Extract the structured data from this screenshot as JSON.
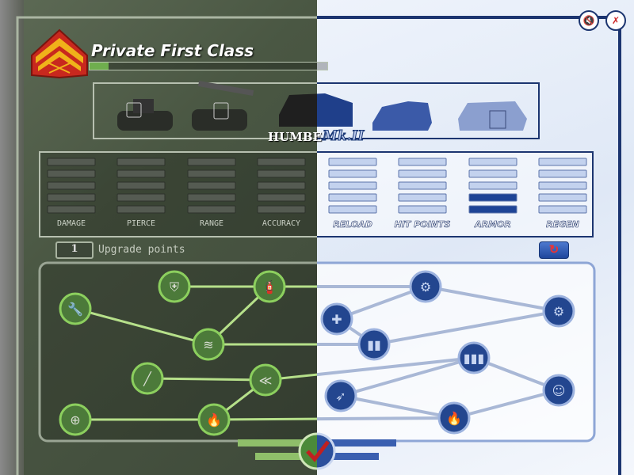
{
  "rank": {
    "title": "Private First Class",
    "xp_progress_percent": 8,
    "insignia_icon": "pfc-chevron-rifles-icon"
  },
  "sound_controls": [
    {
      "icon": "sound-muted-icon"
    },
    {
      "icon": "music-muted-icon"
    }
  ],
  "unit": {
    "name_left": "HUMBE",
    "name_right": "Mk.II",
    "vehicles": [
      {
        "icon": "tank-locked-icon",
        "locked": true
      },
      {
        "icon": "rocket-tank-locked-icon",
        "locked": true
      },
      {
        "icon": "armored-car-selected-icon",
        "locked": false,
        "selected": true
      },
      {
        "icon": "halftrack-icon",
        "locked": false
      },
      {
        "icon": "armored-car-locked-icon",
        "locked": true
      }
    ]
  },
  "stats": [
    {
      "label": "DAMAGE",
      "level": 0,
      "max": 5
    },
    {
      "label": "PIERCE",
      "level": 0,
      "max": 5
    },
    {
      "label": "RANGE",
      "level": 0,
      "max": 5
    },
    {
      "label": "ACCURACY",
      "level": 0,
      "max": 5
    },
    {
      "label": "RELOAD",
      "level": 0,
      "max": 5
    },
    {
      "label": "HIT POINTS",
      "level": 0,
      "max": 5
    },
    {
      "label": "ARMOR",
      "level": 2,
      "max": 5
    },
    {
      "label": "REGEN",
      "level": 0,
      "max": 5
    }
  ],
  "upgrade_points": {
    "value": "1",
    "label": "Upgrade points"
  },
  "refresh_icon": "refresh-arrows-icon",
  "confirm_icon": "checkmark-icon",
  "skill_tree": {
    "nodes": [
      {
        "id": "wrench",
        "icon": "wrench-icon"
      },
      {
        "id": "shield",
        "icon": "shield-icon"
      },
      {
        "id": "extinguisher",
        "icon": "extinguisher-icon"
      },
      {
        "id": "spring",
        "icon": "spring-icon"
      },
      {
        "id": "knife",
        "icon": "knife-icon"
      },
      {
        "id": "sergeant",
        "icon": "sergeant-chevron-icon"
      },
      {
        "id": "fire_up",
        "icon": "fire-upgrade-icon"
      },
      {
        "id": "crosshair",
        "icon": "crosshair-icon"
      },
      {
        "id": "gears",
        "icon": "gears-icon"
      },
      {
        "id": "flag_medic",
        "icon": "flag-medic-icon"
      },
      {
        "id": "ammo",
        "icon": "ammo-icon"
      },
      {
        "id": "gear_x",
        "icon": "gear-crossed-icon"
      },
      {
        "id": "bullets_up",
        "icon": "bullets-upgrade-icon"
      },
      {
        "id": "blade",
        "icon": "blade-icon"
      },
      {
        "id": "medic",
        "icon": "medic-face-icon"
      },
      {
        "id": "bullet_fire",
        "icon": "bullet-fire-icon"
      }
    ],
    "links": [
      [
        "wrench",
        "spring"
      ],
      [
        "shield",
        "extinguisher"
      ],
      [
        "extinguisher",
        "spring"
      ],
      [
        "extinguisher",
        "gears"
      ],
      [
        "spring",
        "ammo"
      ],
      [
        "knife",
        "sergeant"
      ],
      [
        "sergeant",
        "bullets_up"
      ],
      [
        "sergeant",
        "fire_up"
      ],
      [
        "crosshair",
        "fire_up"
      ],
      [
        "fire_up",
        "bullet_fire"
      ],
      [
        "flag_medic",
        "gears"
      ],
      [
        "flag_medic",
        "ammo"
      ],
      [
        "gears",
        "gear_x"
      ],
      [
        "ammo",
        "gear_x"
      ],
      [
        "bullets_up",
        "blade"
      ],
      [
        "bullets_up",
        "medic"
      ],
      [
        "blade",
        "bullet_fire"
      ],
      [
        "bullet_fire",
        "medic"
      ]
    ]
  },
  "colors": {
    "left_accent": "#6fae4e",
    "right_accent": "#1f3f8a",
    "armor_fill": "#1e4496"
  }
}
